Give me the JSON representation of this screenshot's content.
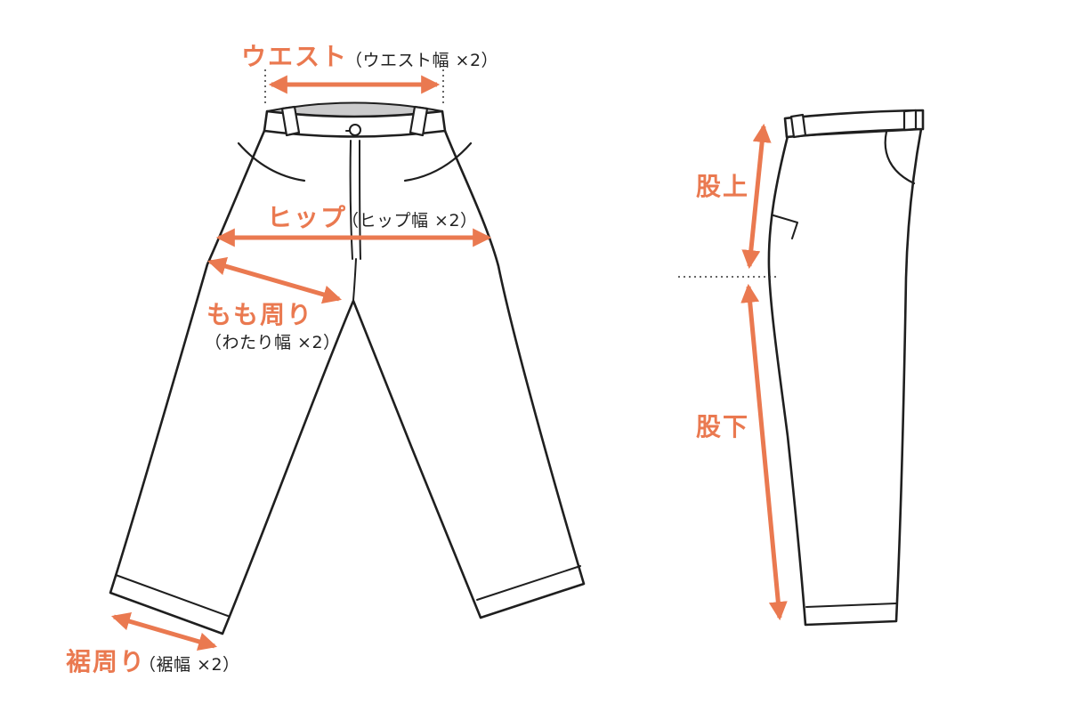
{
  "diagram": {
    "accent_color": "#EA7950",
    "outline_color": "#1f1f1f",
    "waistband_inner_color": "#cbcbcc"
  },
  "measurements": {
    "waist": {
      "label": "ウエスト",
      "note": "（ウエスト幅 ×2）"
    },
    "hip": {
      "label": "ヒップ",
      "note": "（ヒップ幅 ×2）"
    },
    "thigh": {
      "label": "もも周り",
      "note": "（わたり幅 ×2）"
    },
    "hem": {
      "label": "裾周り",
      "note": "（裾幅 ×2）"
    },
    "rise": {
      "label": "股上"
    },
    "inseam": {
      "label": "股下"
    }
  }
}
